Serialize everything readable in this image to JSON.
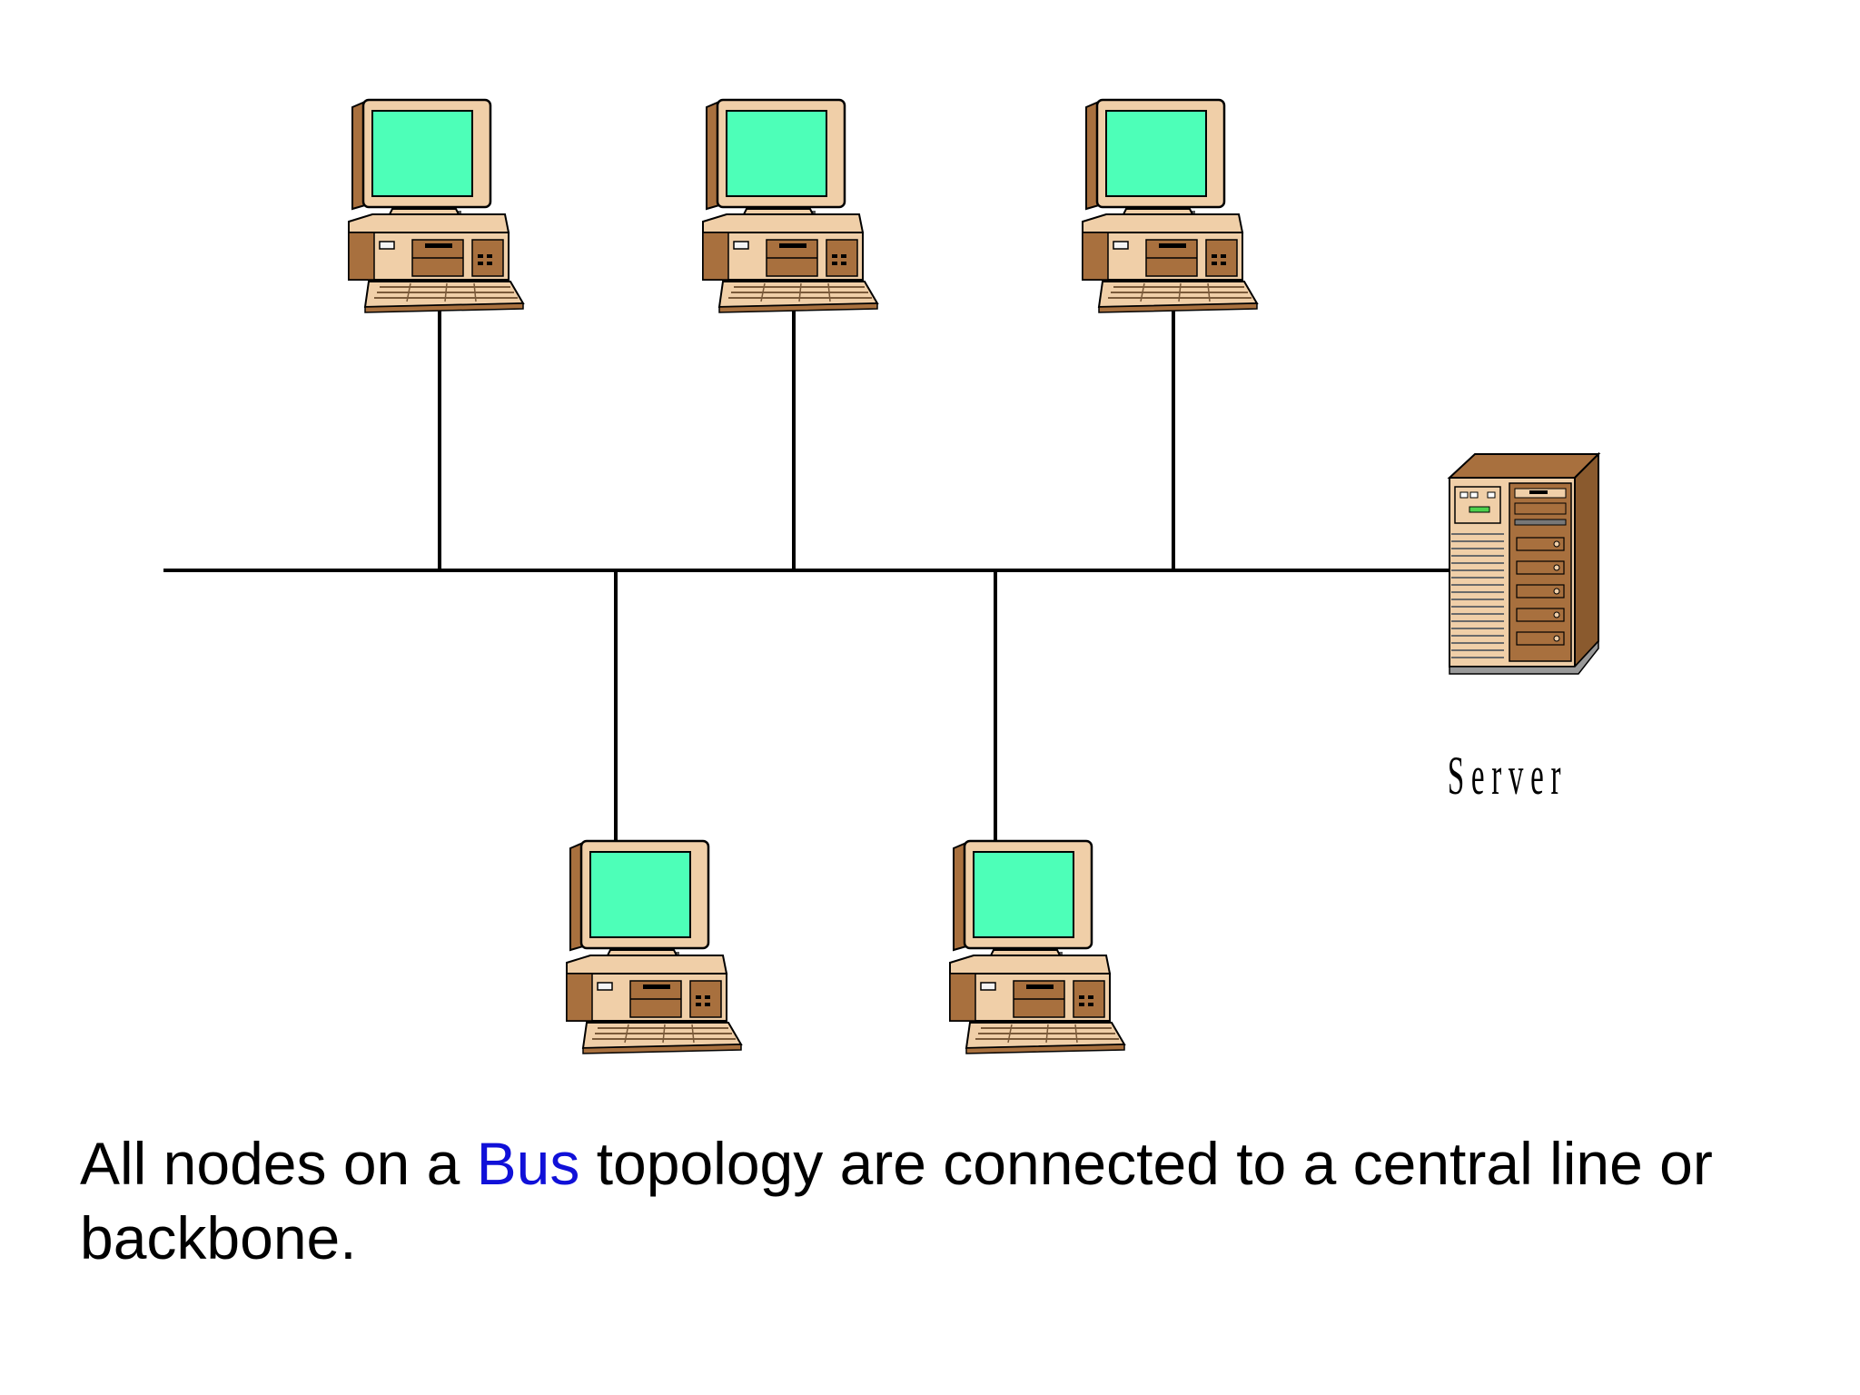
{
  "server": {
    "label": "Server"
  },
  "caption": {
    "before": "All nodes on a ",
    "highlight": "Bus",
    "after": " topology are connected to a central line or backbone."
  },
  "colors": {
    "screen": "#4dffb8",
    "case_light": "#f0cfa8",
    "case_dark": "#a8703e",
    "case_shadow": "#8a5a2e",
    "highlight_text": "#1010d8",
    "line": "#000000"
  }
}
